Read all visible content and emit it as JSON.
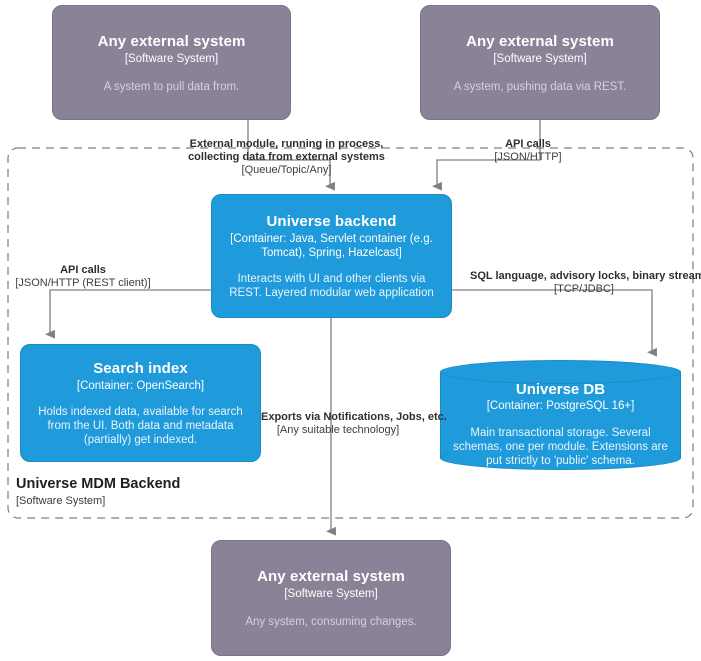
{
  "diagram": {
    "type": "c4-container-diagram",
    "background": "#ffffff",
    "colors": {
      "external_system": "#8a8296",
      "container": "#1f9ada",
      "boundary_line": "#707070",
      "edge_line": "#707070",
      "text_light": "#ffffff"
    }
  },
  "boundary": {
    "name": "Universe MDM Backend",
    "type": "[Software System]"
  },
  "nodes": {
    "ext_pull": {
      "title": "Any external system",
      "tech": "[Software System]",
      "desc": "A system to pull data from."
    },
    "ext_push": {
      "title": "Any external system",
      "tech": "[Software System]",
      "desc": "A system, pushing data via REST."
    },
    "backend": {
      "title": "Universe backend",
      "tech": "[Container: Java, Servlet container (e.g. Tomcat), Spring, Hazelcast]",
      "desc": "Interacts with UI and other clients via REST. Layered modular web application"
    },
    "search_index": {
      "title": "Search index",
      "tech": "[Container: OpenSearch]",
      "desc": "Holds indexed data, available for search from the UI. Both data and metadata (partially) get indexed."
    },
    "universe_db": {
      "title": "Universe DB",
      "tech": "[Container: PostgreSQL 16+]",
      "desc": "Main transactional storage. Several schemas, one per module. Extensions are put strictly to 'public' schema."
    },
    "ext_consume": {
      "title": "Any external system",
      "tech": "[Software System]",
      "desc": "Any system, consuming changes."
    }
  },
  "edges": {
    "pull": {
      "name_line1": "External module, running in process,",
      "name_line2": "collecting data from external systems",
      "tech": "[Queue/Topic/Any]"
    },
    "push": {
      "name": "API calls",
      "tech": "[JSON/HTTP]"
    },
    "search": {
      "name": "API calls",
      "tech": "[JSON/HTTP (REST client)]"
    },
    "db": {
      "name": "SQL language, advisory locks, binary streams",
      "tech": "[TCP/JDBC]"
    },
    "export": {
      "name": "Exports via Notifications, Jobs, etc.",
      "tech": "[Any suitable technology]"
    }
  }
}
